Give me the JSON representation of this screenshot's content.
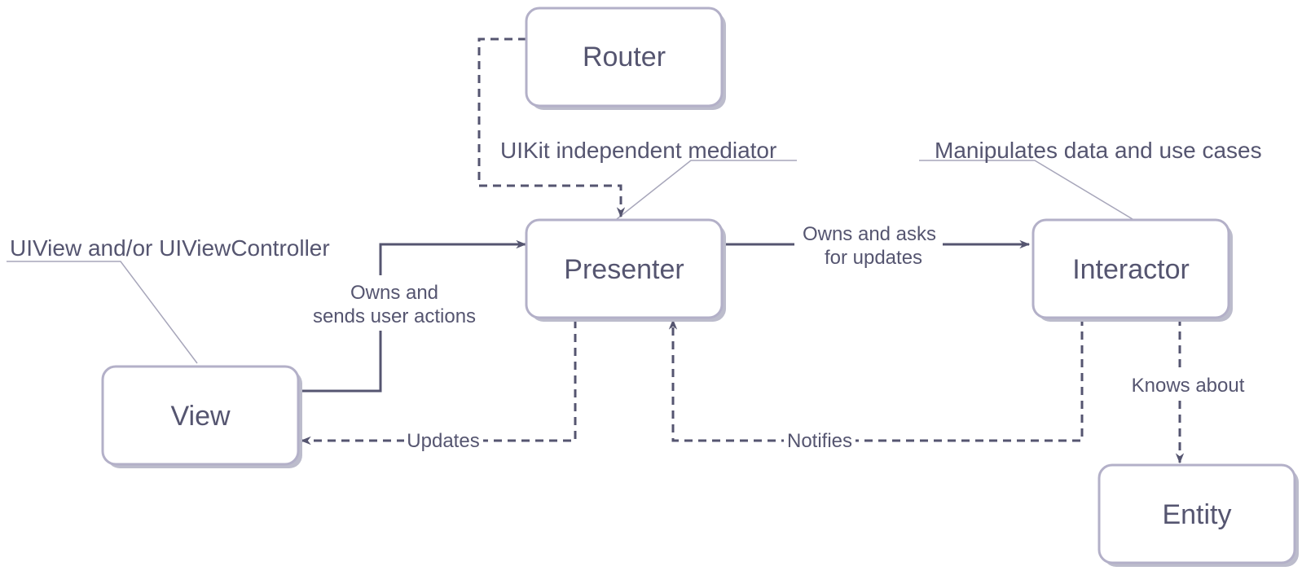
{
  "colors": {
    "node_stroke": "#b3b0c8",
    "node_fill": "#ffffff",
    "node_shadow": "#bcbccc",
    "edge": "#555570",
    "text": "#555570",
    "note_line": "#a7a6ba"
  },
  "nodes": {
    "router": "Router",
    "presenter": "Presenter",
    "interactor": "Interactor",
    "view": "View",
    "entity": "Entity"
  },
  "notes": {
    "presenter": "UIKit independent mediator",
    "interactor": "Manipulates data and use cases",
    "view": "UIView and/or UIViewController"
  },
  "edges": {
    "view_to_presenter": [
      "Owns and",
      "sends user actions"
    ],
    "presenter_to_interactor": [
      "Owns and asks",
      "for updates"
    ],
    "presenter_to_view": "Updates",
    "interactor_to_presenter": "Notifies",
    "interactor_to_entity": "Knows about"
  }
}
